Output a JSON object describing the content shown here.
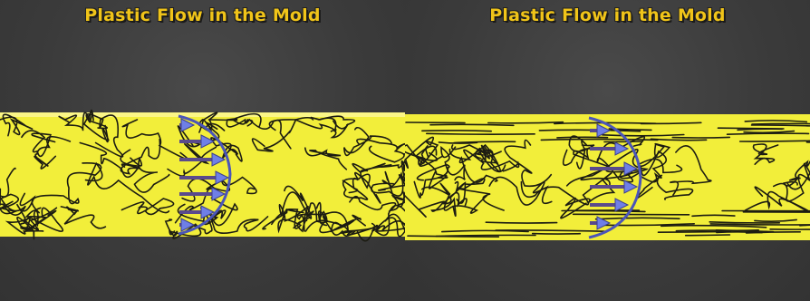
{
  "panels": [
    {
      "title": "Plastic Flow in the Mold",
      "state": "random-entangled",
      "arrow_color": "#6f7fe6"
    },
    {
      "title": "Plastic Flow in the Mold",
      "state": "aligned-near-walls",
      "arrow_color": "#6f7fe6"
    }
  ],
  "colors": {
    "background": "#3a3a3a",
    "channel": "#f2ee3a",
    "chains": "#1c1c12",
    "title": "#f0c419"
  }
}
